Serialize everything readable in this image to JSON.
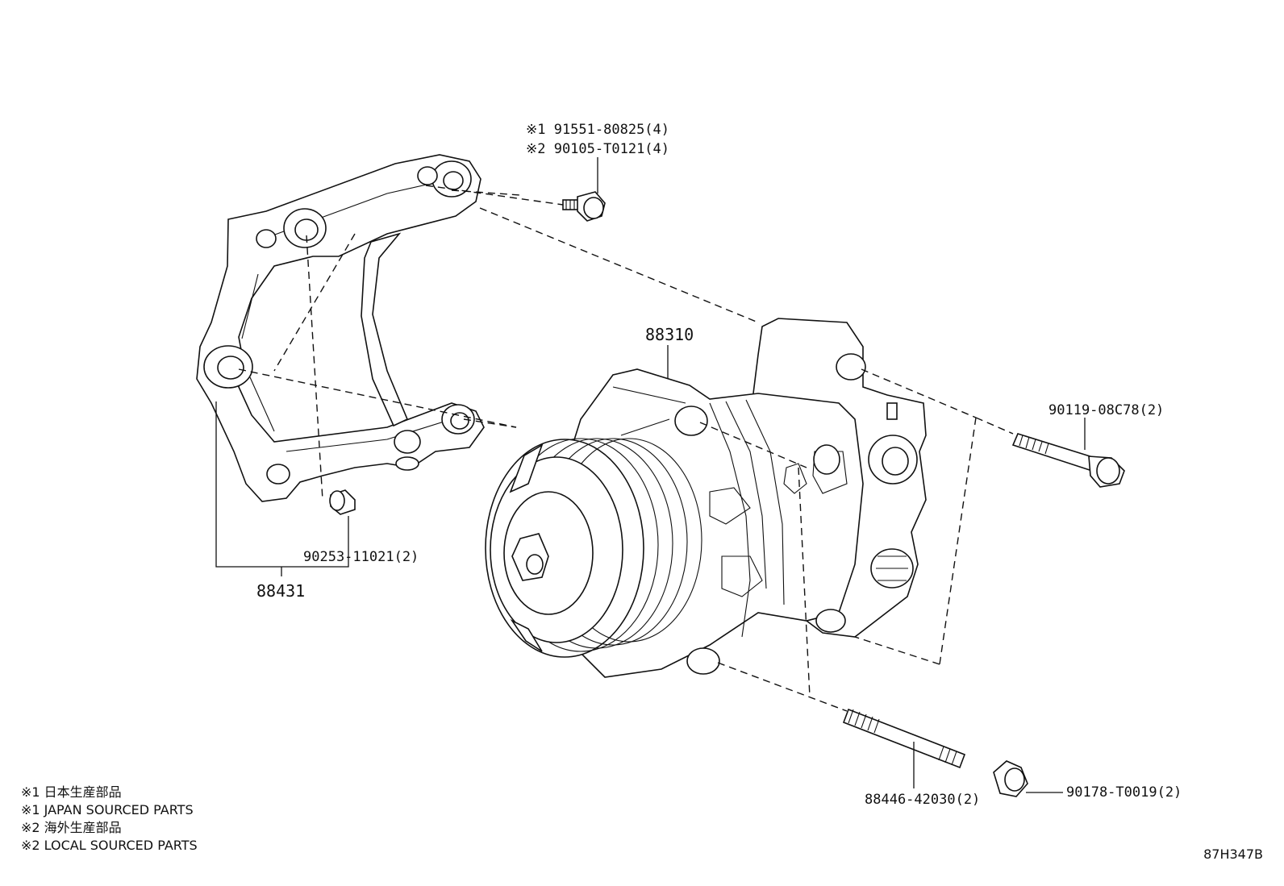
{
  "labels": {
    "bolt_top_line1": "※1 91551-80825(4)",
    "bolt_top_line2": "※2 90105-T0121(4)",
    "compressor": "88310",
    "bracket": "88431",
    "sleeve": "90253-11021(2)",
    "long_bolt": "90119-08C78(2)",
    "stud": "88446-42030(2)",
    "nut": "90178-T0019(2)"
  },
  "notes": [
    "※1 日本生産部品",
    "※1 JAPAN SOURCED PARTS",
    "※2 海外生産部品",
    "※2 LOCAL SOURCED PARTS"
  ],
  "diagram_code": "87H347B"
}
